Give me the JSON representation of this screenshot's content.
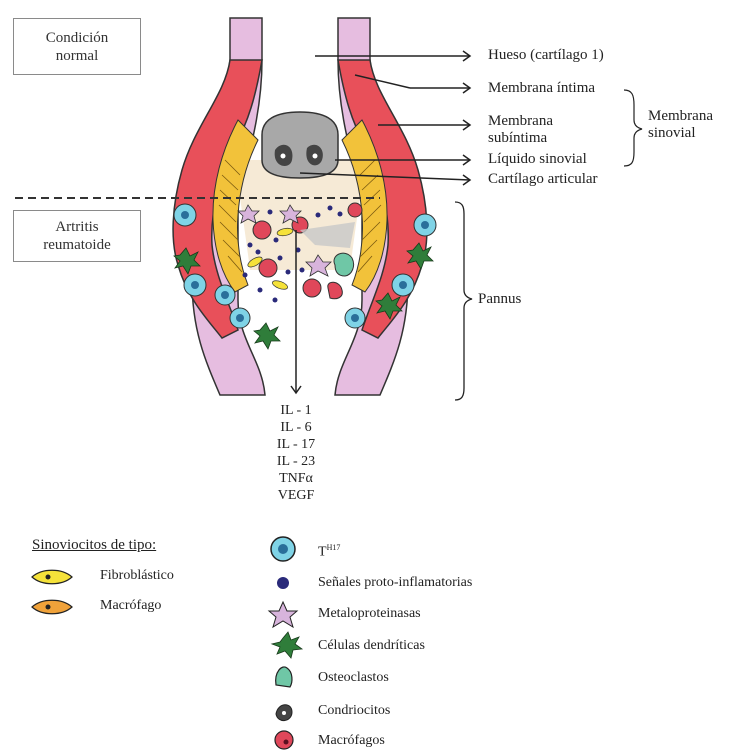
{
  "boxes": {
    "normal": "Condición\nnormal",
    "ra": "Artritis\nreumatoide"
  },
  "labels": {
    "hueso": "Hueso (cartílago 1)",
    "intima": "Membrana íntima",
    "subintima": "Membrana\nsubíntima",
    "liquido": "Líquido sinovial",
    "cartilago": "Cartílago articular",
    "sinovial": "Membrana\nsinovial",
    "pannus": "Pannus"
  },
  "cytokines": [
    "IL - 1",
    "IL - 6",
    "IL - 17",
    "IL - 23",
    "TNFα",
    "VEGF"
  ],
  "sinoviocitos": {
    "title": "Sinoviocitos de tipo:",
    "items": [
      {
        "label": "Fibroblástico",
        "icon": "fibroblast-synoviocyte-icon",
        "color": "#f5e23a"
      },
      {
        "label": "Macrófago",
        "icon": "macrophage-synoviocyte-icon",
        "color": "#f0a23a"
      }
    ]
  },
  "legend": {
    "th17": {
      "main": "T",
      "sup": "H17",
      "icon": "th17-cell-icon",
      "color": "#7fd3e6"
    },
    "items": [
      {
        "label": "Señales proto-inflamatorias",
        "icon": "signal-dot-icon",
        "color": "#2a2a7a"
      },
      {
        "label": "Metaloproteinasas",
        "icon": "metalloproteinase-star-icon",
        "color": "#d8b4dc"
      },
      {
        "label": "Células dendríticas",
        "icon": "dendritic-cell-icon",
        "color": "#2f7d3a"
      },
      {
        "label": "Osteoclastos",
        "icon": "osteoclast-icon",
        "color": "#6fc7a6"
      },
      {
        "label": "Condriocitos",
        "icon": "chondrocyte-icon",
        "color": "#444444"
      },
      {
        "label": "Macrófagos",
        "icon": "macrophage-icon",
        "color": "#e0475a"
      }
    ]
  },
  "colors": {
    "bone": "#e6bde0",
    "intima": "#e8505a",
    "subintima": "#f0c040",
    "cartilage": "#a8a8a8",
    "fluid": "#f3e3c8"
  }
}
